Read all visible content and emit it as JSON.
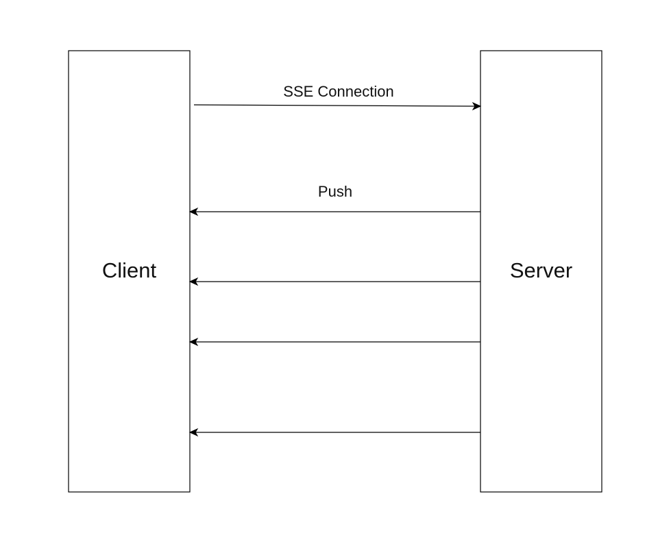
{
  "nodes": {
    "client": {
      "label": "Client"
    },
    "server": {
      "label": "Server"
    }
  },
  "edges": [
    {
      "from": "client",
      "to": "server",
      "label": "SSE Connection"
    },
    {
      "from": "server",
      "to": "client",
      "label": "Push"
    },
    {
      "from": "server",
      "to": "client",
      "label": ""
    },
    {
      "from": "server",
      "to": "client",
      "label": ""
    },
    {
      "from": "server",
      "to": "client",
      "label": ""
    }
  ]
}
